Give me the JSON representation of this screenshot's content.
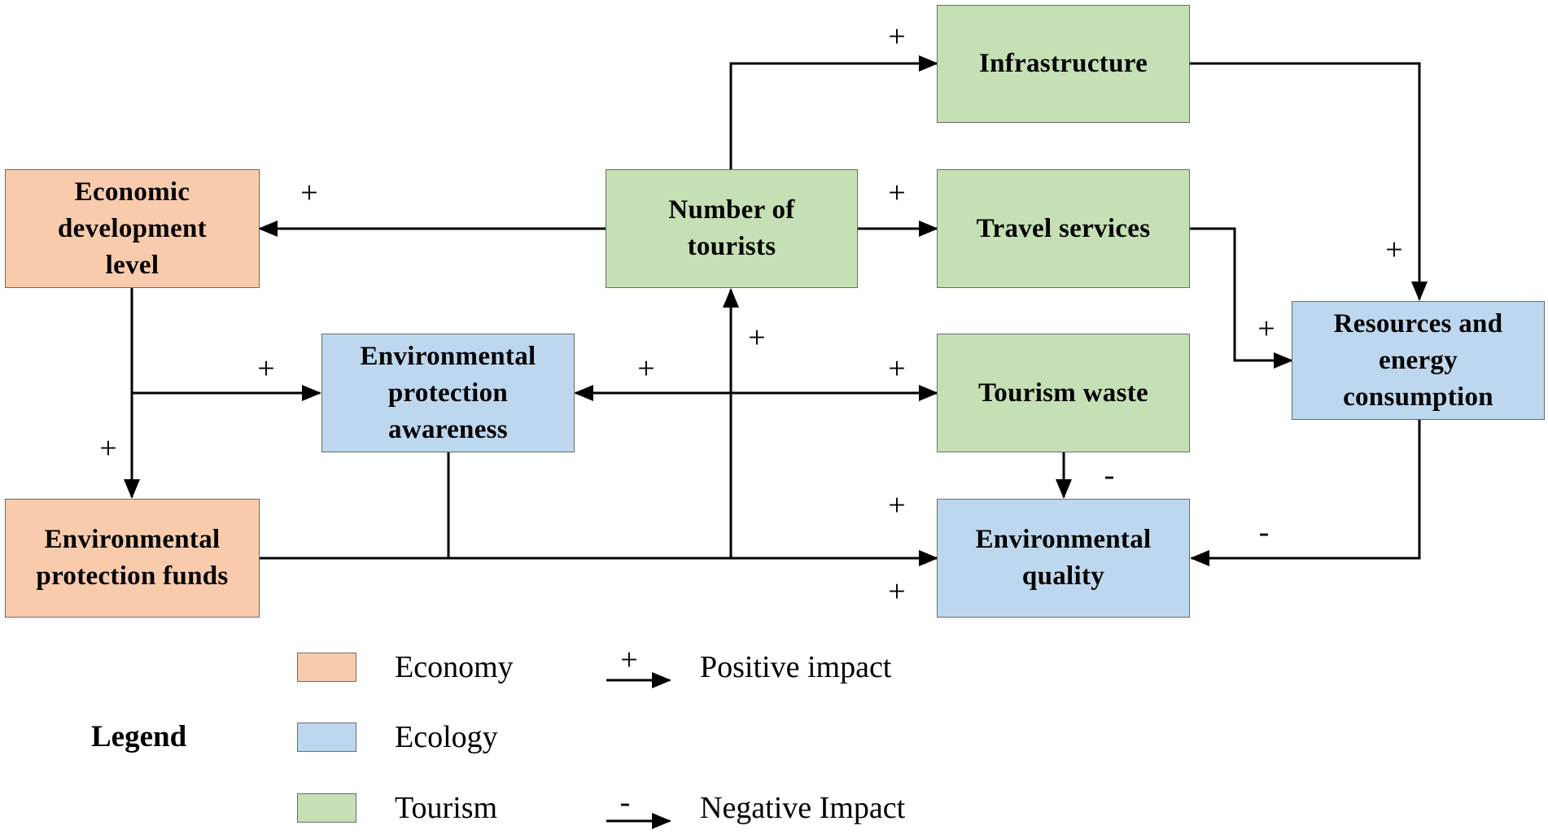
{
  "nodes": {
    "economic_development_level": {
      "label": "Economic\ndevelopment\nlevel",
      "category": "economy"
    },
    "number_of_tourists": {
      "label": "Number of\ntourists",
      "category": "tourism"
    },
    "infrastructure": {
      "label": "Infrastructure",
      "category": "tourism"
    },
    "travel_services": {
      "label": "Travel services",
      "category": "tourism"
    },
    "resources_energy": {
      "label": "Resources and\nenergy\nconsumption",
      "category": "ecology"
    },
    "env_protection_awareness": {
      "label": "Environmental\nprotection\nawareness",
      "category": "ecology"
    },
    "tourism_waste": {
      "label": "Tourism waste",
      "category": "tourism"
    },
    "env_protection_funds": {
      "label": "Environmental\nprotection funds",
      "category": "economy"
    },
    "environmental_quality": {
      "label": "Environmental\nquality",
      "category": "ecology"
    }
  },
  "edges": [
    {
      "from": "number_of_tourists",
      "to": "infrastructure",
      "sign": "+"
    },
    {
      "from": "number_of_tourists",
      "to": "economic_development_level",
      "sign": "+"
    },
    {
      "from": "number_of_tourists",
      "to": "travel_services",
      "sign": "+"
    },
    {
      "from": "infrastructure",
      "to": "resources_energy",
      "sign": "+"
    },
    {
      "from": "travel_services",
      "to": "resources_energy",
      "sign": "+"
    },
    {
      "from": "economic_development_level",
      "to": "env_protection_awareness",
      "sign": "+"
    },
    {
      "from": "economic_development_level",
      "to": "env_protection_funds",
      "sign": "+"
    },
    {
      "from": "env_protection_awareness",
      "to": "number_of_tourists",
      "sign": "+"
    },
    {
      "from": "tourism_waste",
      "to": "env_protection_awareness",
      "sign": "+"
    },
    {
      "from": "env_protection_awareness",
      "to": "tourism_waste",
      "sign": "+"
    },
    {
      "from": "tourism_waste",
      "to": "environmental_quality",
      "sign": "-"
    },
    {
      "from": "resources_energy",
      "to": "environmental_quality",
      "sign": "-"
    },
    {
      "from": "env_protection_funds",
      "to": "environmental_quality",
      "sign": "+"
    },
    {
      "from": "env_protection_awareness",
      "to": "environmental_quality",
      "sign": "+"
    }
  ],
  "legend": {
    "title": "Legend",
    "economy": "Economy",
    "ecology": "Ecology",
    "tourism": "Tourism",
    "positive": "Positive impact",
    "negative": "Negative Impact",
    "positive_sign": "+",
    "negative_sign": "-"
  },
  "colors": {
    "economy": "#f8cbad",
    "ecology": "#bdd7ee",
    "tourism": "#c5e0b4",
    "border": "#6b6b6b",
    "line": "#000000"
  }
}
